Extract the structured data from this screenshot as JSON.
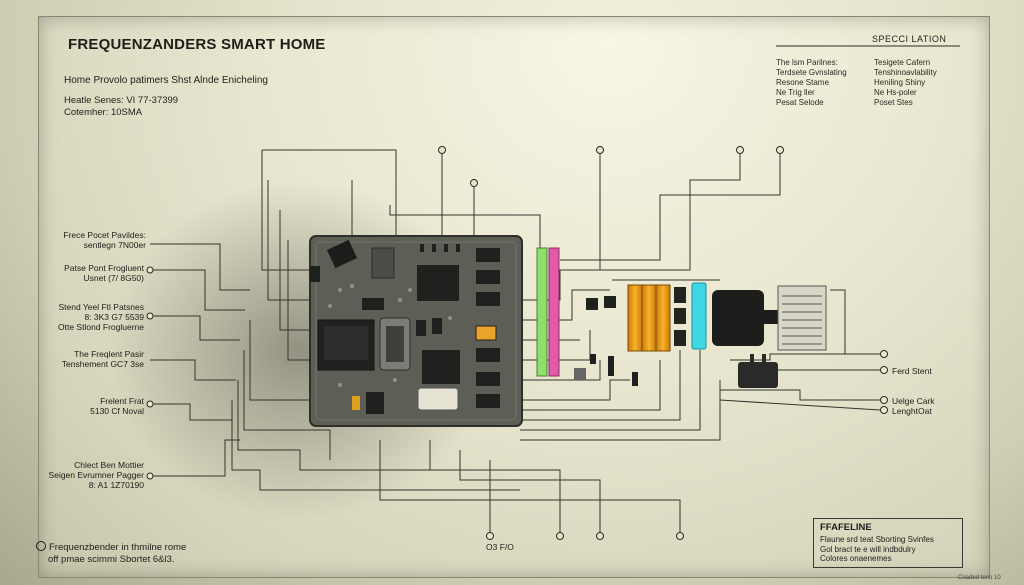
{
  "header": {
    "title": "FREQUENZANDERS SMART HOME",
    "subtitle": "Home Provolo patimers Shst Alnde Enicheling",
    "series": "Heatle Senes: VI 77-37399",
    "container": "Cotemher: 10SMA"
  },
  "specification": {
    "heading": "SPECCI LATION",
    "left": [
      "The lsm Parilnes:",
      "Terdsete Gvnslating",
      "Resone Stame",
      "Ne Trig ller",
      "Pesat Selode"
    ],
    "right": [
      "Tesigete Cafern",
      "Tenshinoavlability",
      "Heniling Shiny",
      "Ne Hs-poler",
      "Poset Stes"
    ]
  },
  "left_labels": [
    {
      "lines": [
        "Frece Pocet Pavildes:",
        "sentlegn 7N00er"
      ]
    },
    {
      "lines": [
        "Patse Pont Frogluent",
        "Usnet (7/ 8G50)"
      ]
    },
    {
      "lines": [
        "Stend Yeel Ftl Patsnes",
        "8: 3K3 G7 5539",
        "Otte Stlond Frogluerne"
      ]
    },
    {
      "lines": [
        "The Freqlent Pasir",
        "Tenshement GC7 3se"
      ]
    },
    {
      "lines": [
        "Frelent Frat",
        "5130 Cf Noval"
      ]
    },
    {
      "lines": [
        "Chlect Ben Mottier",
        "Seigen Evrumner Pagger",
        "8: A1 1Z70190"
      ]
    }
  ],
  "right_labels": [
    "Ferd Stent",
    "Uelge Cark",
    "LenghtOat"
  ],
  "bottom_labels": [
    "O3 F/O"
  ],
  "footer": {
    "lines": [
      "Frequenzbender in thmilne rome",
      "off pmae scimmi Sbortet 6&l3."
    ]
  },
  "legend": {
    "title": "FFAFELINE",
    "lines": [
      "Flaune srd teat Sborting Svinfes",
      "Gol bracl te e will indbdulry",
      "Colores onaenemes"
    ]
  },
  "corner_note": "Coaded terio 10",
  "colors": {
    "paper": "#ebe9d2",
    "board": "#5f615a",
    "strip_green": "#8de06a",
    "strip_pink": "#e25aa8",
    "battery": "#f2a11a",
    "cyan": "#3fd6e6",
    "ink": "#2a2a24"
  },
  "icons": [
    "chip-icon",
    "capacitor-icon",
    "battery-icon",
    "connector-icon",
    "solar-panel-icon"
  ]
}
